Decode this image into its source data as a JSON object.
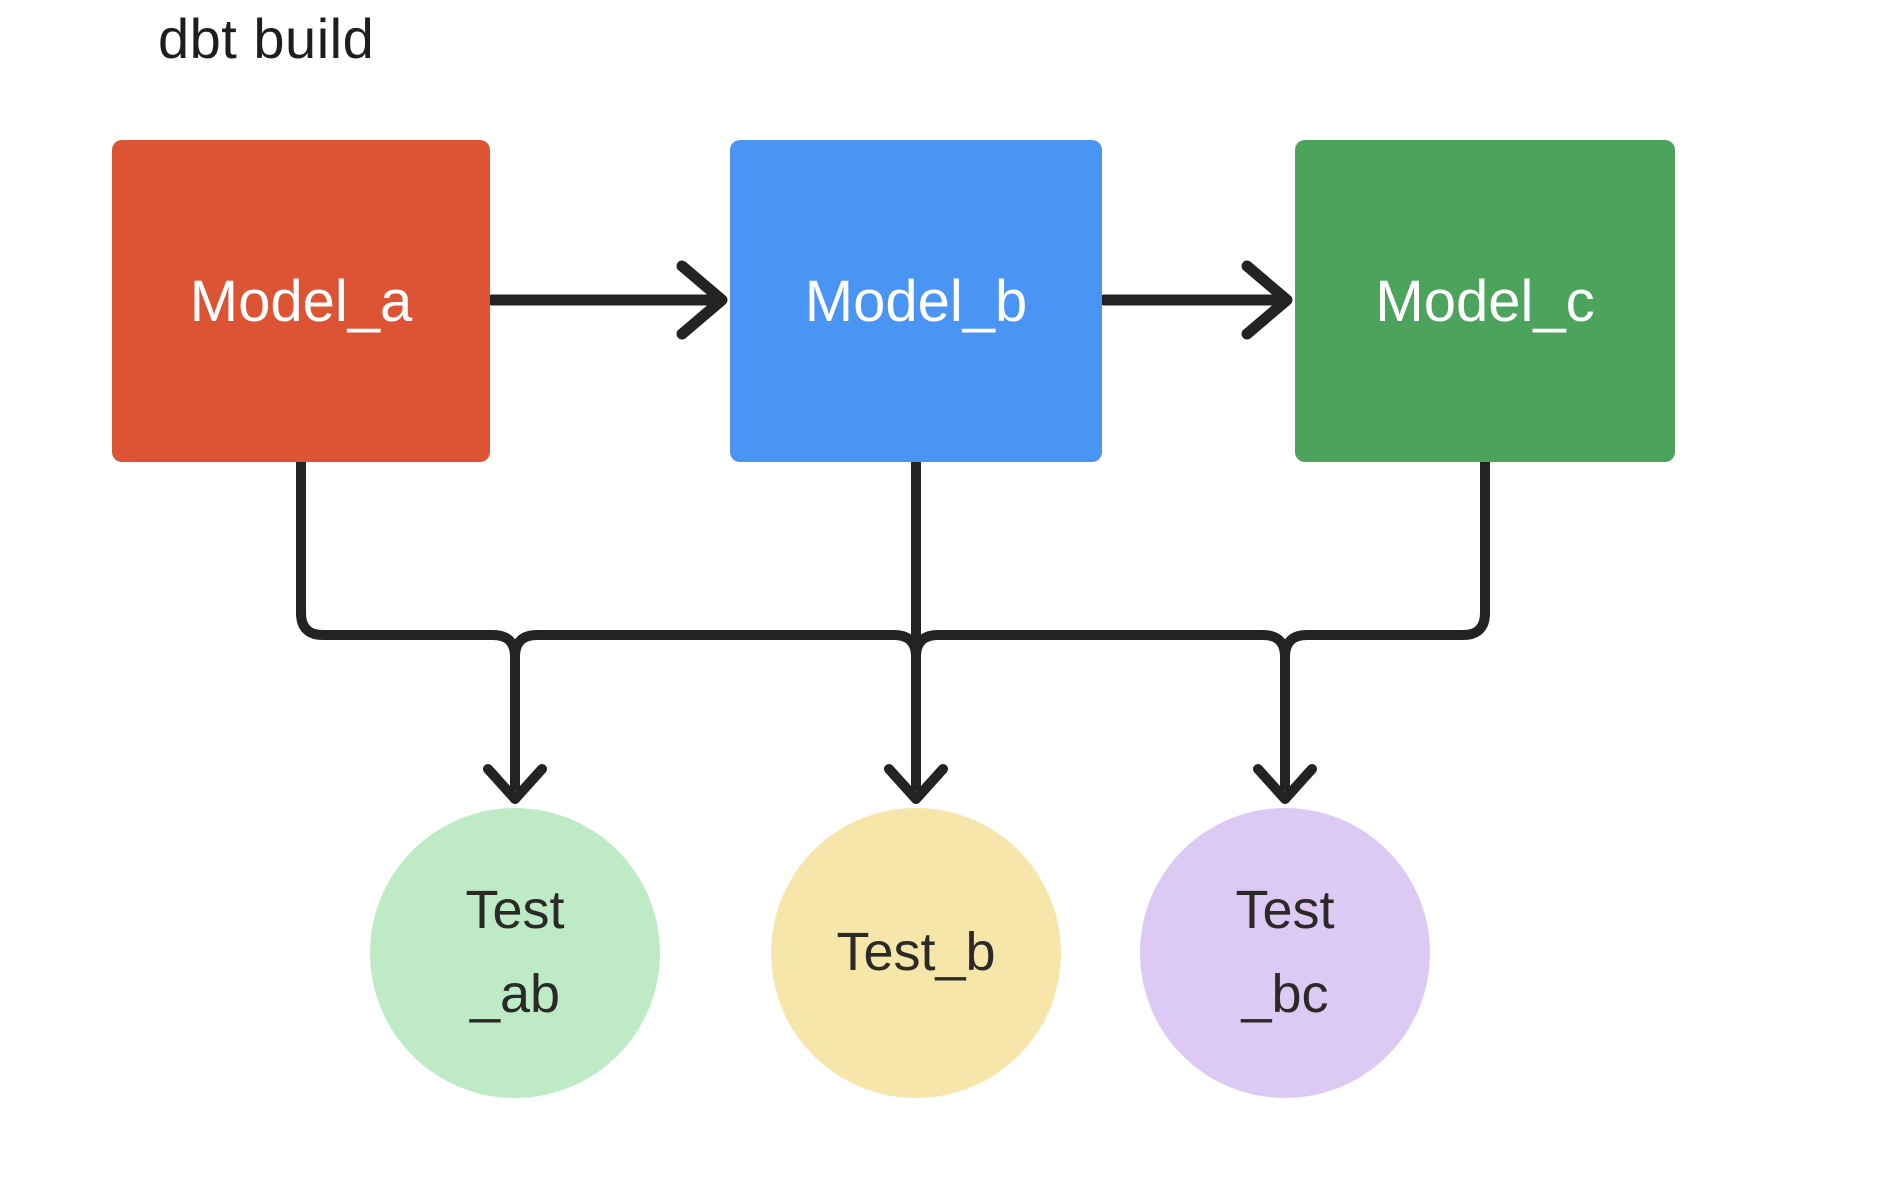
{
  "title": "dbt build",
  "colors": {
    "background": "#FFFFFF",
    "line": "#232323",
    "model_text": "#FFFFFF",
    "test_text": "#2B2A28"
  },
  "nodes": {
    "model_a": {
      "label": "Model_a",
      "fill": "#DC5433",
      "shape": "rectangle"
    },
    "model_b": {
      "label": "Model_b",
      "fill": "#4A94F4",
      "shape": "rectangle"
    },
    "model_c": {
      "label": "Model_c",
      "fill": "#4CA45C",
      "shape": "rectangle"
    },
    "test_ab": {
      "label_line1": "Test",
      "label_line2": "_ab",
      "fill": "#BEEAC5",
      "shape": "circle"
    },
    "test_b": {
      "label": "Test_b",
      "fill": "#F7E6AA",
      "shape": "circle"
    },
    "test_bc": {
      "label_line1": "Test",
      "label_line2": "_bc",
      "fill": "#DCC9F4",
      "shape": "circle"
    }
  },
  "edges": {
    "model_flow": [
      {
        "from": "Model_a",
        "to": "Model_b"
      },
      {
        "from": "Model_b",
        "to": "Model_c"
      }
    ],
    "test_fanout": {
      "sources": [
        "Model_a",
        "Model_b",
        "Model_c"
      ],
      "targets": [
        "Test_ab",
        "Test_b",
        "Test_bc"
      ]
    }
  }
}
